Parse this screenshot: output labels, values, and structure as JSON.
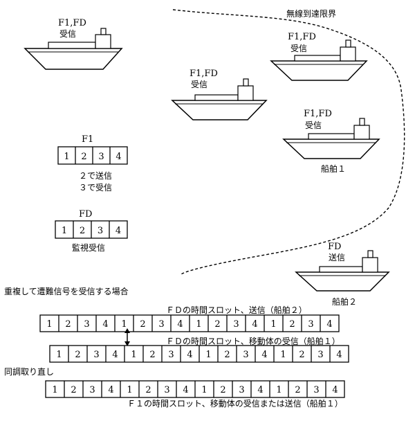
{
  "boundary": {
    "label": "無線到達限界"
  },
  "ships": [
    {
      "id": "ship-top-left",
      "label_line1": "F1,FD",
      "label_line2": "受信",
      "name": ""
    },
    {
      "id": "ship-mid-left",
      "label_line1": "F1,FD",
      "label_line2": "受信",
      "name": ""
    },
    {
      "id": "ship-top-right",
      "label_line1": "F1,FD",
      "label_line2": "受信",
      "name": ""
    },
    {
      "id": "ship-1",
      "label_line1": "F1,FD",
      "label_line2": "受信",
      "name": "船舶１"
    },
    {
      "id": "ship-2",
      "label_line1": "FD",
      "label_line2": "送信",
      "name": "船舶２"
    }
  ],
  "f1_box": {
    "title": "F1",
    "cells": [
      "1",
      "2",
      "3",
      "4"
    ],
    "note_line1": "２で送信",
    "note_line2": "３で受信"
  },
  "fd_box": {
    "title": "FD",
    "cells": [
      "1",
      "2",
      "3",
      "4"
    ],
    "note": "監視受信"
  },
  "section1": {
    "heading": "重複して遭難信号を受信する場合",
    "row1_label": "ＦＤの時間スロット、送信（船舶２）",
    "row1_cells": [
      "1",
      "2",
      "3",
      "4",
      "1",
      "2",
      "3",
      "4",
      "1",
      "2",
      "3",
      "4",
      "1",
      "2",
      "3",
      "4"
    ],
    "row2_label": "ＦＤの時間スロット、移動体の受信（船舶１）",
    "row2_cells": [
      "1",
      "2",
      "3",
      "4",
      "1",
      "2",
      "3",
      "4",
      "1",
      "2",
      "3",
      "4",
      "1",
      "2",
      "3",
      "4"
    ]
  },
  "section2": {
    "heading": "同調取り直し",
    "row_cells": [
      "1",
      "2",
      "3",
      "4",
      "1",
      "2",
      "3",
      "4",
      "1",
      "2",
      "3",
      "4",
      "1",
      "2",
      "3",
      "4"
    ],
    "row_label": "Ｆ１の時間スロット、移動体の受信または送信（船舶１）"
  }
}
